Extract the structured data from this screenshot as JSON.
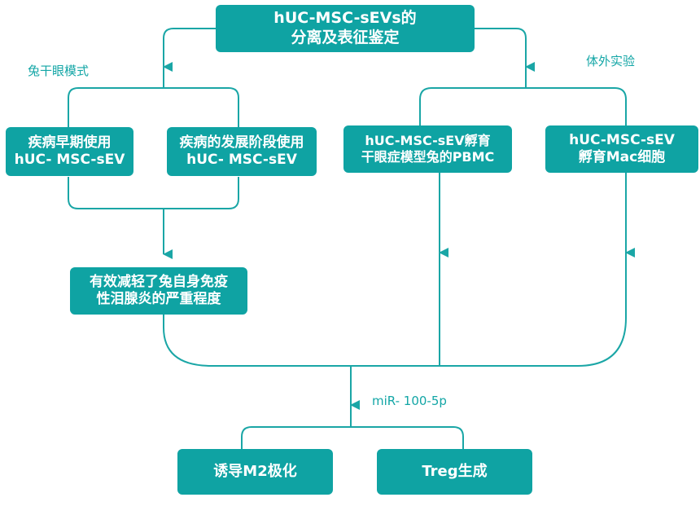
{
  "colors": {
    "accent": "#0fa3a3",
    "line": "#1aa6a6",
    "label": "#13a6a6"
  },
  "top": {
    "line1": "hUC-MSC-sEVs的",
    "line2": "分离及表征鉴定"
  },
  "labels": {
    "left_branch": "兔干眼模式",
    "right_branch": "体外实验",
    "mirna": "miR- 100-5p"
  },
  "boxes": {
    "early": {
      "line1": "疾病早期使用",
      "line2": "hUC- MSC-sEV"
    },
    "progress": {
      "line1": "疾病的发展阶段使用",
      "line2": "hUC- MSC-sEV"
    },
    "pbmc": {
      "line1": "hUC-MSC-sEV孵育",
      "line2": "干眼症模型兔的PBMC"
    },
    "mac": {
      "line1": "hUC-MSC-sEV",
      "line2": "孵育Mac细胞"
    },
    "effect": {
      "line1": "有效减轻了兔自身免疫",
      "line2": "性泪腺炎的严重程度"
    },
    "m2": {
      "line1": "诱导M2极化"
    },
    "treg": {
      "line1": "Treg生成"
    }
  }
}
